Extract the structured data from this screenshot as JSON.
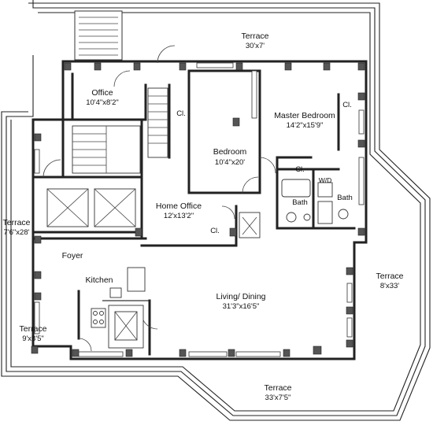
{
  "plan": {
    "rooms": {
      "office": {
        "name": "Office",
        "dims": "10'4\"x8'2\""
      },
      "bedroom": {
        "name": "Bedroom",
        "dims": "10'4\"x20'"
      },
      "master_bedroom": {
        "name": "Master Bedroom",
        "dims": "14'2\"x15'9\""
      },
      "home_office": {
        "name": "Home Office",
        "dims": "12'x13'2\""
      },
      "foyer": {
        "name": "Foyer"
      },
      "kitchen": {
        "name": "Kitchen"
      },
      "living_dining": {
        "name": "Living/ Dining",
        "dims": "31'3\"x16'5\""
      },
      "bath_left": {
        "name": "Bath"
      },
      "bath_right": {
        "name": "Bath"
      },
      "wd": {
        "name": "W/D"
      },
      "closet_1": {
        "name": "Cl."
      },
      "closet_2": {
        "name": "Cl."
      },
      "closet_3": {
        "name": "Cl."
      },
      "closet_4": {
        "name": "Cl."
      }
    },
    "terraces": {
      "north": {
        "name": "Terrace",
        "dims": "30'x7'"
      },
      "west": {
        "name": "Terrace",
        "dims": "7'6\"x28'"
      },
      "east": {
        "name": "Terrace",
        "dims": "8'x33'"
      },
      "southwest": {
        "name": "Terrace",
        "dims": "9'x8'5\""
      },
      "south": {
        "name": "Terrace",
        "dims": "33'x7'5\""
      }
    }
  }
}
